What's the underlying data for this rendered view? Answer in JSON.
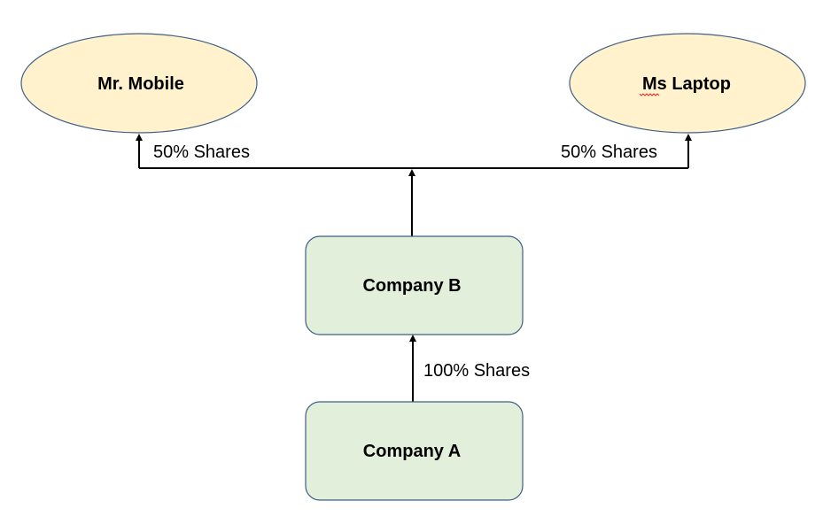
{
  "colors": {
    "person_fill": "#FFF2CC",
    "company_fill": "#E2EFDA",
    "node_stroke": "#3F5E86",
    "line": "#000000",
    "spellcheck_underline": "#E0302C"
  },
  "nodes": {
    "mr_mobile": {
      "label": "Mr. Mobile"
    },
    "ms_laptop": {
      "label": "Ms Laptop"
    },
    "company_b": {
      "label": "Company B"
    },
    "company_a": {
      "label": "Company A"
    }
  },
  "edges": {
    "left_share": {
      "label": "50% Shares"
    },
    "right_share": {
      "label": "50% Shares"
    },
    "a_to_b_share": {
      "label": "100% Shares"
    }
  }
}
